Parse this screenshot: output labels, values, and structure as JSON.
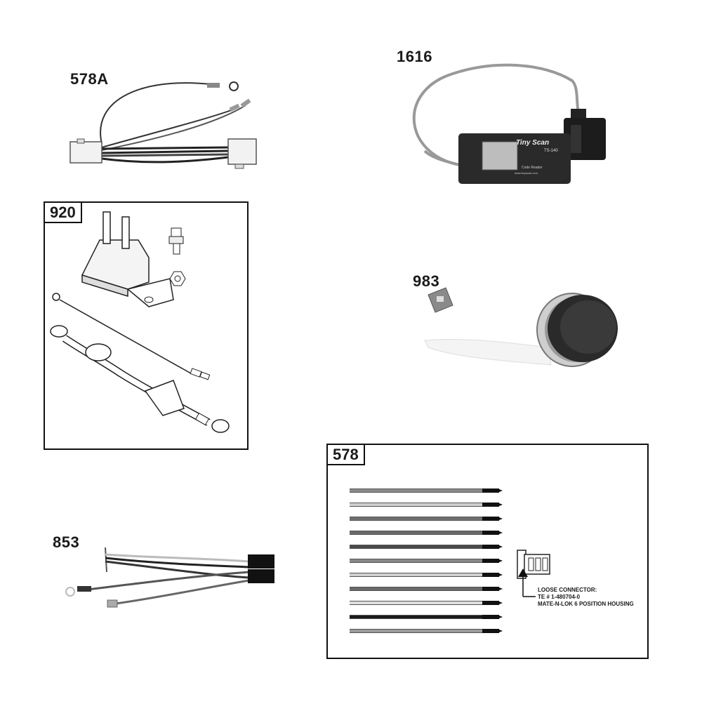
{
  "parts": {
    "p578A": {
      "number": "578A"
    },
    "p1616": {
      "number": "1616",
      "device_brand": "Tiny Scan",
      "device_model": "TS-140",
      "device_caption": "Code Reader",
      "device_url": "www.tinyscan.com"
    },
    "p920": {
      "number": "920"
    },
    "p983": {
      "number": "983"
    },
    "p853": {
      "number": "853"
    },
    "p578": {
      "number": "578",
      "note_line1": "LOOSE CONNECTOR:",
      "note_line2": "TE # 1-480704-0",
      "note_line3": "MATE-N-LOK 6 POSITION HOUSING",
      "wire_shades": [
        "#8a8a8a",
        "#d0d0d0",
        "#707070",
        "#6a6a6a",
        "#4a4a4a",
        "#888888",
        "#cfcfcf",
        "#6a6a6a",
        "#dedede",
        "#1a1a1a",
        "#9a9a9a"
      ]
    }
  }
}
